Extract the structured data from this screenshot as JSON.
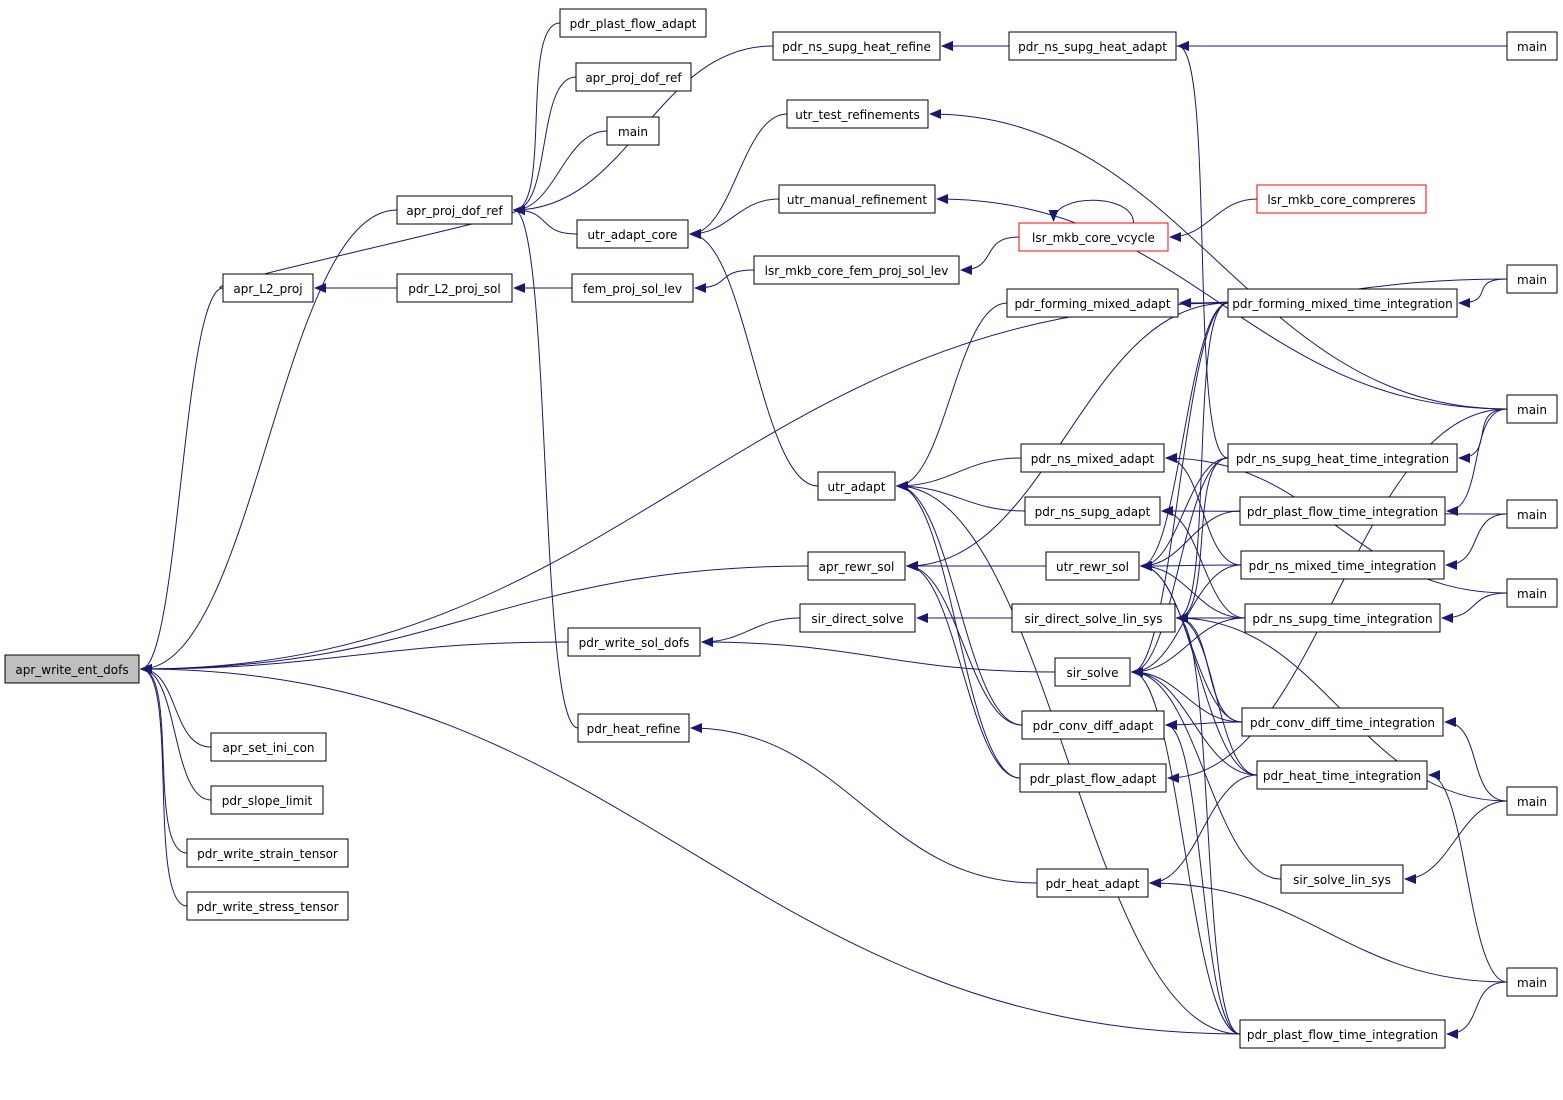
{
  "graph": {
    "nodes": [
      {
        "id": "apr_write_ent_dofs",
        "label": "apr_write_ent_dofs",
        "root": true
      },
      {
        "id": "apr_L2_proj",
        "label": "apr_L2_proj"
      },
      {
        "id": "apr_proj_dof_ref",
        "label": "apr_proj_dof_ref"
      },
      {
        "id": "apr_set_ini_con",
        "label": "apr_set_ini_con"
      },
      {
        "id": "pdr_slope_limit",
        "label": "pdr_slope_limit"
      },
      {
        "id": "pdr_write_strain_tensor",
        "label": "pdr_write_strain_tensor"
      },
      {
        "id": "pdr_write_stress_tensor",
        "label": "pdr_write_stress_tensor"
      },
      {
        "id": "pdr_plast_flow_adapt_top",
        "label": "pdr_plast_flow_adapt"
      },
      {
        "id": "apr_proj_dof_ref_top",
        "label": "apr_proj_dof_ref"
      },
      {
        "id": "main_top",
        "label": "main"
      },
      {
        "id": "pdr_L2_proj_sol",
        "label": "pdr_L2_proj_sol"
      },
      {
        "id": "pdr_write_sol_dofs",
        "label": "pdr_write_sol_dofs"
      },
      {
        "id": "pdr_heat_refine",
        "label": "pdr_heat_refine"
      },
      {
        "id": "pdr_ns_supg_heat_refine",
        "label": "pdr_ns_supg_heat_refine"
      },
      {
        "id": "utr_test_refinements",
        "label": "utr_test_refinements"
      },
      {
        "id": "utr_manual_refinement",
        "label": "utr_manual_refinement"
      },
      {
        "id": "utr_adapt_core",
        "label": "utr_adapt_core"
      },
      {
        "id": "fem_proj_sol_lev",
        "label": "fem_proj_sol_lev"
      },
      {
        "id": "lsr_mkb_core_fem_proj_sol_lev",
        "label": "lsr_mkb_core_fem_proj_sol_lev"
      },
      {
        "id": "utr_adapt",
        "label": "utr_adapt"
      },
      {
        "id": "apr_rewr_sol",
        "label": "apr_rewr_sol"
      },
      {
        "id": "sir_direct_solve",
        "label": "sir_direct_solve"
      },
      {
        "id": "pdr_ns_supg_heat_adapt",
        "label": "pdr_ns_supg_heat_adapt"
      },
      {
        "id": "lsr_mkb_core_vcycle",
        "label": "lsr_mkb_core_vcycle",
        "trunc": true
      },
      {
        "id": "lsr_mkb_core_compreres",
        "label": "lsr_mkb_core_compreres",
        "trunc": true
      },
      {
        "id": "pdr_forming_mixed_adapt",
        "label": "pdr_forming_mixed_adapt"
      },
      {
        "id": "pdr_ns_mixed_adapt",
        "label": "pdr_ns_mixed_adapt"
      },
      {
        "id": "pdr_ns_supg_adapt",
        "label": "pdr_ns_supg_adapt"
      },
      {
        "id": "utr_rewr_sol",
        "label": "utr_rewr_sol"
      },
      {
        "id": "sir_direct_solve_lin_sys",
        "label": "sir_direct_solve_lin_sys"
      },
      {
        "id": "sir_solve",
        "label": "sir_solve"
      },
      {
        "id": "pdr_conv_diff_adapt",
        "label": "pdr_conv_diff_adapt"
      },
      {
        "id": "pdr_plast_flow_adapt",
        "label": "pdr_plast_flow_adapt"
      },
      {
        "id": "pdr_heat_adapt",
        "label": "pdr_heat_adapt"
      },
      {
        "id": "pdr_forming_mixed_time_integration",
        "label": "pdr_forming_mixed_time_integration"
      },
      {
        "id": "pdr_ns_supg_heat_time_integration",
        "label": "pdr_ns_supg_heat_time_integration"
      },
      {
        "id": "pdr_plast_flow_time_integration_mid",
        "label": "pdr_plast_flow_time_integration"
      },
      {
        "id": "pdr_ns_mixed_time_integration",
        "label": "pdr_ns_mixed_time_integration"
      },
      {
        "id": "pdr_ns_supg_time_integration",
        "label": "pdr_ns_supg_time_integration"
      },
      {
        "id": "pdr_conv_diff_time_integration",
        "label": "pdr_conv_diff_time_integration"
      },
      {
        "id": "pdr_heat_time_integration",
        "label": "pdr_heat_time_integration"
      },
      {
        "id": "sir_solve_lin_sys",
        "label": "sir_solve_lin_sys"
      },
      {
        "id": "pdr_plast_flow_time_integration_bot",
        "label": "pdr_plast_flow_time_integration"
      },
      {
        "id": "main_r1",
        "label": "main"
      },
      {
        "id": "main_r2",
        "label": "main"
      },
      {
        "id": "main_r3",
        "label": "main"
      },
      {
        "id": "main_r4",
        "label": "main"
      },
      {
        "id": "main_r5",
        "label": "main"
      },
      {
        "id": "main_r6",
        "label": "main"
      },
      {
        "id": "main_r7",
        "label": "main"
      }
    ],
    "edges": [
      [
        "apr_L2_proj",
        "apr_write_ent_dofs"
      ],
      [
        "apr_proj_dof_ref",
        "apr_write_ent_dofs"
      ],
      [
        "apr_set_ini_con",
        "apr_write_ent_dofs"
      ],
      [
        "pdr_slope_limit",
        "apr_write_ent_dofs"
      ],
      [
        "pdr_write_strain_tensor",
        "apr_write_ent_dofs"
      ],
      [
        "pdr_write_stress_tensor",
        "apr_write_ent_dofs"
      ],
      [
        "apr_rewr_sol",
        "apr_write_ent_dofs"
      ],
      [
        "pdr_write_sol_dofs",
        "apr_write_ent_dofs"
      ],
      [
        "pdr_forming_mixed_time_integration",
        "apr_write_ent_dofs"
      ],
      [
        "pdr_plast_flow_time_integration_bot",
        "apr_write_ent_dofs"
      ],
      [
        "pdr_plast_flow_adapt_top",
        "apr_proj_dof_ref"
      ],
      [
        "apr_proj_dof_ref_top",
        "apr_proj_dof_ref"
      ],
      [
        "main_top",
        "apr_proj_dof_ref"
      ],
      [
        "pdr_ns_supg_heat_refine",
        "apr_proj_dof_ref"
      ],
      [
        "utr_adapt_core",
        "apr_proj_dof_ref"
      ],
      [
        "pdr_heat_refine",
        "apr_proj_dof_ref"
      ],
      [
        "apr_L2_proj",
        "apr_proj_dof_ref"
      ],
      [
        "pdr_L2_proj_sol",
        "apr_L2_proj"
      ],
      [
        "fem_proj_sol_lev",
        "pdr_L2_proj_sol"
      ],
      [
        "lsr_mkb_core_fem_proj_sol_lev",
        "fem_proj_sol_lev"
      ],
      [
        "lsr_mkb_core_vcycle",
        "lsr_mkb_core_fem_proj_sol_lev"
      ],
      [
        "lsr_mkb_core_compreres",
        "lsr_mkb_core_vcycle"
      ],
      [
        "lsr_mkb_core_vcycle",
        "lsr_mkb_core_vcycle"
      ],
      [
        "utr_test_refinements",
        "utr_adapt_core"
      ],
      [
        "utr_manual_refinement",
        "utr_adapt_core"
      ],
      [
        "utr_adapt",
        "utr_adapt_core"
      ],
      [
        "pdr_ns_supg_heat_adapt",
        "pdr_ns_supg_heat_refine"
      ],
      [
        "main_r1",
        "pdr_ns_supg_heat_refine"
      ],
      [
        "main_r1",
        "pdr_ns_supg_heat_adapt"
      ],
      [
        "pdr_ns_supg_heat_time_integration",
        "pdr_ns_supg_heat_adapt"
      ],
      [
        "main_r3",
        "utr_test_refinements"
      ],
      [
        "main_r3",
        "utr_manual_refinement"
      ],
      [
        "pdr_forming_mixed_adapt",
        "utr_adapt"
      ],
      [
        "pdr_ns_mixed_adapt",
        "utr_adapt"
      ],
      [
        "pdr_ns_supg_adapt",
        "utr_adapt"
      ],
      [
        "pdr_conv_diff_adapt",
        "utr_adapt"
      ],
      [
        "pdr_plast_flow_adapt",
        "utr_adapt"
      ],
      [
        "pdr_plast_flow_time_integration_bot",
        "utr_adapt"
      ],
      [
        "pdr_heat_adapt",
        "pdr_heat_refine"
      ],
      [
        "sir_direct_solve",
        "pdr_write_sol_dofs"
      ],
      [
        "sir_solve",
        "pdr_write_sol_dofs"
      ],
      [
        "sir_direct_solve_lin_sys",
        "sir_direct_solve"
      ],
      [
        "utr_rewr_sol",
        "apr_rewr_sol"
      ],
      [
        "pdr_conv_diff_adapt",
        "apr_rewr_sol"
      ],
      [
        "pdr_plast_flow_adapt",
        "apr_rewr_sol"
      ],
      [
        "pdr_forming_mixed_time_integration",
        "apr_rewr_sol"
      ],
      [
        "pdr_forming_mixed_time_integration",
        "pdr_forming_mixed_adapt"
      ],
      [
        "main_r2",
        "pdr_forming_mixed_adapt"
      ],
      [
        "main_r2",
        "pdr_forming_mixed_time_integration"
      ],
      [
        "pdr_ns_mixed_time_integration",
        "pdr_ns_mixed_adapt"
      ],
      [
        "pdr_ns_supg_time_integration",
        "pdr_ns_supg_adapt"
      ],
      [
        "pdr_conv_diff_time_integration",
        "pdr_conv_diff_adapt"
      ],
      [
        "pdr_plast_flow_time_integration_bot",
        "pdr_conv_diff_adapt"
      ],
      [
        "pdr_heat_time_integration",
        "pdr_heat_adapt"
      ],
      [
        "main_r7",
        "pdr_heat_adapt"
      ],
      [
        "main_r3",
        "pdr_plast_flow_adapt"
      ],
      [
        "pdr_forming_mixed_time_integration",
        "utr_rewr_sol"
      ],
      [
        "pdr_ns_supg_heat_time_integration",
        "utr_rewr_sol"
      ],
      [
        "pdr_plast_flow_time_integration_mid",
        "utr_rewr_sol"
      ],
      [
        "pdr_ns_mixed_time_integration",
        "utr_rewr_sol"
      ],
      [
        "pdr_ns_supg_time_integration",
        "utr_rewr_sol"
      ],
      [
        "pdr_conv_diff_time_integration",
        "utr_rewr_sol"
      ],
      [
        "pdr_heat_time_integration",
        "utr_rewr_sol"
      ],
      [
        "pdr_forming_mixed_time_integration",
        "sir_direct_solve_lin_sys"
      ],
      [
        "pdr_ns_supg_heat_time_integration",
        "sir_direct_solve_lin_sys"
      ],
      [
        "pdr_ns_supg_time_integration",
        "sir_direct_solve_lin_sys"
      ],
      [
        "pdr_conv_diff_time_integration",
        "sir_direct_solve_lin_sys"
      ],
      [
        "pdr_heat_time_integration",
        "sir_direct_solve_lin_sys"
      ],
      [
        "pdr_plast_flow_time_integration_bot",
        "sir_direct_solve_lin_sys"
      ],
      [
        "main_r6",
        "sir_direct_solve_lin_sys"
      ],
      [
        "pdr_forming_mixed_time_integration",
        "sir_solve"
      ],
      [
        "pdr_ns_supg_heat_time_integration",
        "sir_solve"
      ],
      [
        "pdr_ns_mixed_time_integration",
        "sir_solve"
      ],
      [
        "pdr_ns_supg_time_integration",
        "sir_solve"
      ],
      [
        "pdr_conv_diff_time_integration",
        "sir_solve"
      ],
      [
        "pdr_heat_time_integration",
        "sir_solve"
      ],
      [
        "pdr_plast_flow_time_integration_bot",
        "sir_solve"
      ],
      [
        "sir_solve_lin_sys",
        "sir_solve"
      ],
      [
        "main_r5",
        "pdr_ns_mixed_adapt"
      ],
      [
        "main_r4",
        "pdr_ns_supg_adapt"
      ],
      [
        "main_r3",
        "pdr_ns_supg_heat_time_integration"
      ],
      [
        "main_r3",
        "pdr_plast_flow_time_integration_mid"
      ],
      [
        "main_r4",
        "pdr_ns_mixed_time_integration"
      ],
      [
        "main_r5",
        "pdr_ns_supg_time_integration"
      ],
      [
        "main_r6",
        "pdr_conv_diff_time_integration"
      ],
      [
        "main_r7",
        "pdr_heat_time_integration"
      ],
      [
        "main_r6",
        "sir_solve_lin_sys"
      ],
      [
        "main_r7",
        "pdr_plast_flow_time_integration_bot"
      ]
    ]
  }
}
